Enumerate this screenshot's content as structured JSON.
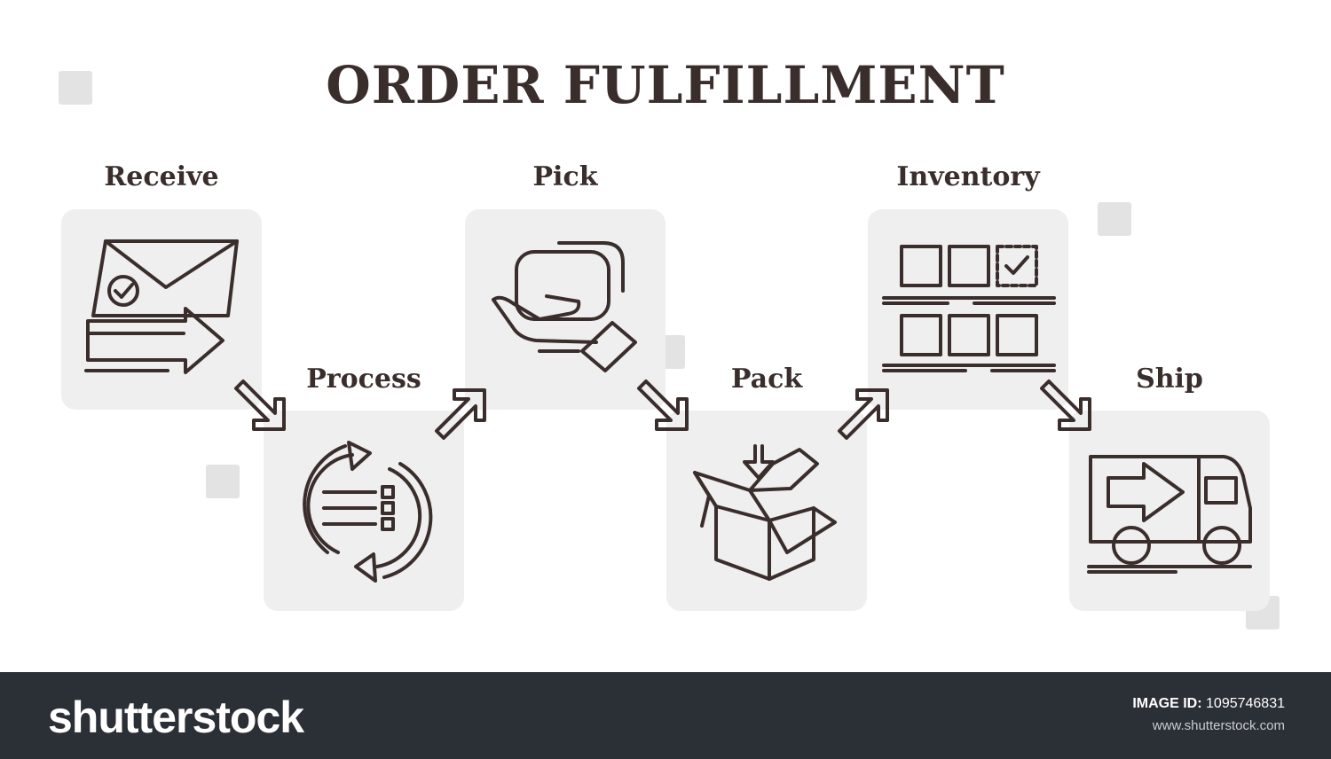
{
  "title": "ORDER FULFILLMENT",
  "steps": [
    {
      "label": "Receive",
      "icon": "envelope-arrow-icon"
    },
    {
      "label": "Process",
      "icon": "process-cycle-icon"
    },
    {
      "label": "Pick",
      "icon": "hand-pick-icon"
    },
    {
      "label": "Pack",
      "icon": "open-box-icon"
    },
    {
      "label": "Inventory",
      "icon": "shelves-icon"
    },
    {
      "label": "Ship",
      "icon": "delivery-truck-icon"
    }
  ],
  "footer": {
    "brand": "shutterstock",
    "image_id_label": "IMAGE ID:",
    "image_id_value": "1095746831",
    "site": "www.shutterstock.com"
  },
  "colors": {
    "ink": "#3a2e2c",
    "card": "#efefef",
    "footer": "#2b2f36"
  }
}
